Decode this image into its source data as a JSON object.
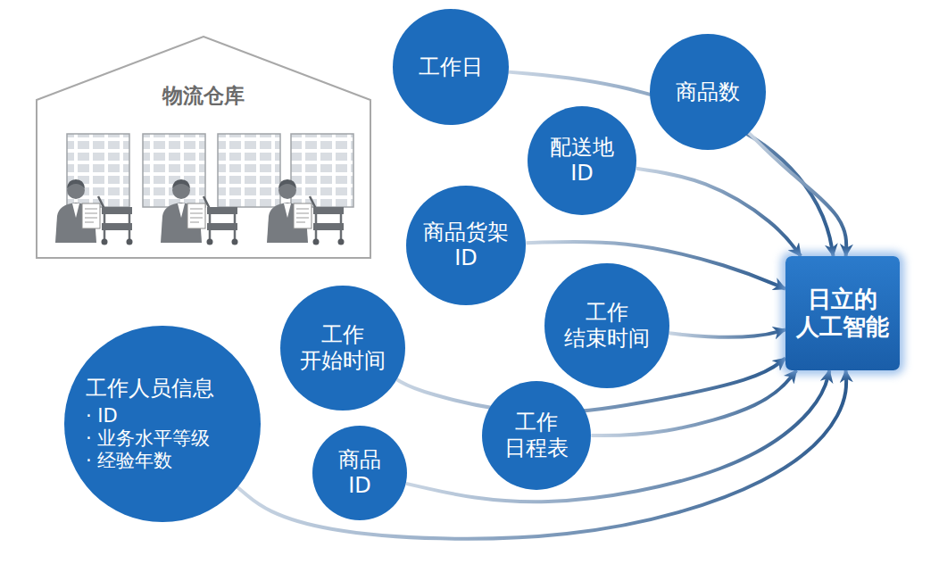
{
  "diagram": {
    "nodes": [
      {
        "text": [
          "物流仓库"
        ]
      },
      {
        "text": [
          "工作日"
        ]
      },
      {
        "text": [
          "商品数"
        ]
      },
      {
        "text": [
          "配送地 ID"
        ]
      },
      {
        "text": [
          "商品货架 ID"
        ]
      },
      {
        "text": [
          "工作 结束时间"
        ]
      },
      {
        "text": [
          "工作 开始时间"
        ]
      },
      {
        "text": [
          "工作人员信息",
          "· ID",
          "· 业务水平等级",
          "· 经验年数"
        ]
      },
      {
        "text": [
          "工作 日程表"
        ]
      },
      {
        "text": [
          "商品 ID"
        ]
      },
      {
        "text": [
          "日立的 人工智能"
        ]
      }
    ],
    "edges": [
      {
        "from": 1,
        "to": 10,
        "arrow": "to"
      },
      {
        "from": 2,
        "to": 10,
        "arrow": "to"
      },
      {
        "from": 3,
        "to": 10,
        "arrow": "to"
      },
      {
        "from": 4,
        "to": 10,
        "arrow": "to"
      },
      {
        "from": 5,
        "to": 10,
        "arrow": "to"
      },
      {
        "from": 6,
        "to": 10,
        "arrow": "to"
      },
      {
        "from": 7,
        "to": 10,
        "arrow": "to"
      },
      {
        "from": 8,
        "to": 10,
        "arrow": "to"
      },
      {
        "from": 9,
        "to": 10,
        "arrow": "to"
      }
    ]
  }
}
